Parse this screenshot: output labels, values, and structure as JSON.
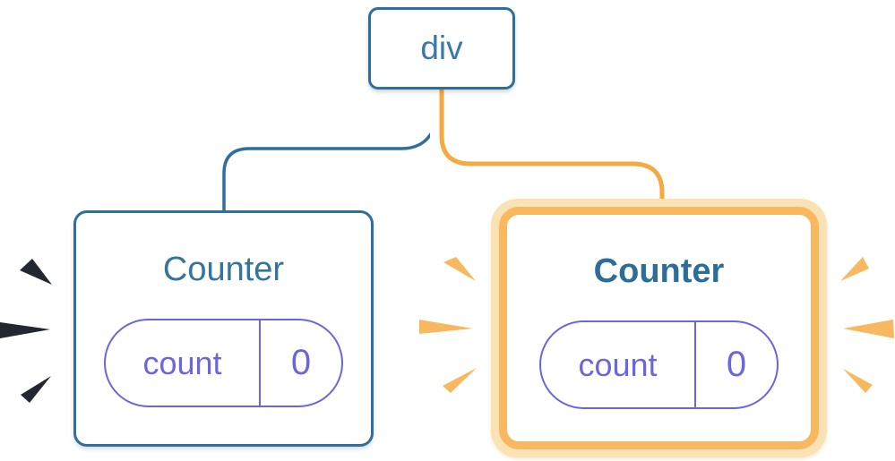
{
  "tree": {
    "root": {
      "label": "div"
    },
    "children": [
      {
        "title": "Counter",
        "state_key": "count",
        "state_value": "0",
        "highlighted": false
      },
      {
        "title": "Counter",
        "state_key": "count",
        "state_value": "0",
        "highlighted": true
      }
    ]
  },
  "colors": {
    "node_blue": "#2e6f9e",
    "node_text_blue": "#3a7aa5",
    "title_blue": "#35759b",
    "title_bold_blue": "#2d6d99",
    "state_purple": "#6a67dc",
    "edge_blue": "#2e6f9e",
    "edge_orange": "#f5a93f",
    "edge_casing_white": "#ffffff",
    "highlight_border_orange": "#f8b85f",
    "highlight_ring_orange": "#fbe2b4",
    "burst_dark": "#23272f",
    "burst_orange": "#f8b85f"
  }
}
